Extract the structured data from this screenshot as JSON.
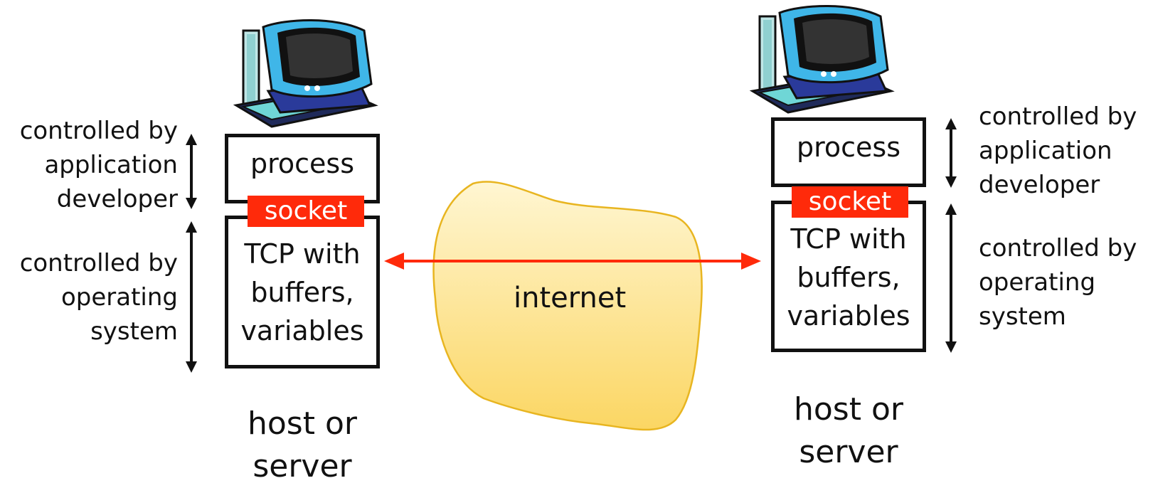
{
  "left_host": {
    "process": "process",
    "socket": "socket",
    "tcp": [
      "TCP with",
      "buffers,",
      "variables"
    ],
    "label": [
      "host or",
      "server"
    ],
    "app_note": [
      "controlled by",
      "application",
      "developer"
    ],
    "os_note": [
      "controlled by",
      "operating",
      "system"
    ]
  },
  "right_host": {
    "process": "process",
    "socket": "socket",
    "tcp": [
      "TCP with",
      "buffers,",
      "variables"
    ],
    "label": [
      "host or",
      "server"
    ],
    "app_note": [
      "controlled by",
      "application",
      "developer"
    ],
    "os_note": [
      "controlled by",
      "operating",
      "system"
    ]
  },
  "network": {
    "label": "internet"
  },
  "colors": {
    "socket": "#ff2a0a",
    "link": "#ff2a0a",
    "cloud_top": "#fff3c4",
    "cloud_bottom": "#fbd86a",
    "cloud_edge": "#e8b520"
  }
}
